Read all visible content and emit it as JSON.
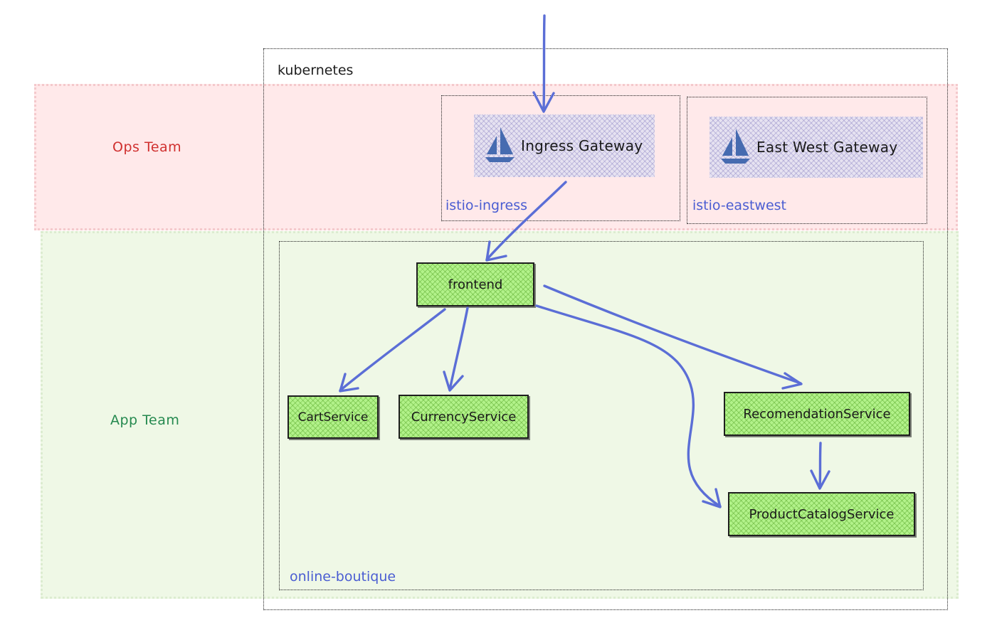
{
  "teams": {
    "ops": "Ops Team",
    "app": "App Team"
  },
  "namespaces": {
    "cluster": "kubernetes",
    "ingress": "istio-ingress",
    "eastwest": "istio-eastwest",
    "boutique": "online-boutique"
  },
  "gateways": {
    "ingress": "Ingress Gateway",
    "eastwest": "East West Gateway",
    "icon": "istio-sail-icon"
  },
  "services": {
    "frontend": "frontend",
    "cart": "CartService",
    "currency": "CurrencyService",
    "recommendation": "RecomendationService",
    "catalog": "ProductCatalogService"
  },
  "colors": {
    "ops_band": "#ffe9ea",
    "app_band": "#eff8e6",
    "ops_text": "#d0302f",
    "app_text": "#25894f",
    "namespace_text": "#4a5dd2",
    "arrow": "#5b6ed6",
    "service_fill": "#b2f28a",
    "gateway_fill": "#e6e2f1"
  }
}
